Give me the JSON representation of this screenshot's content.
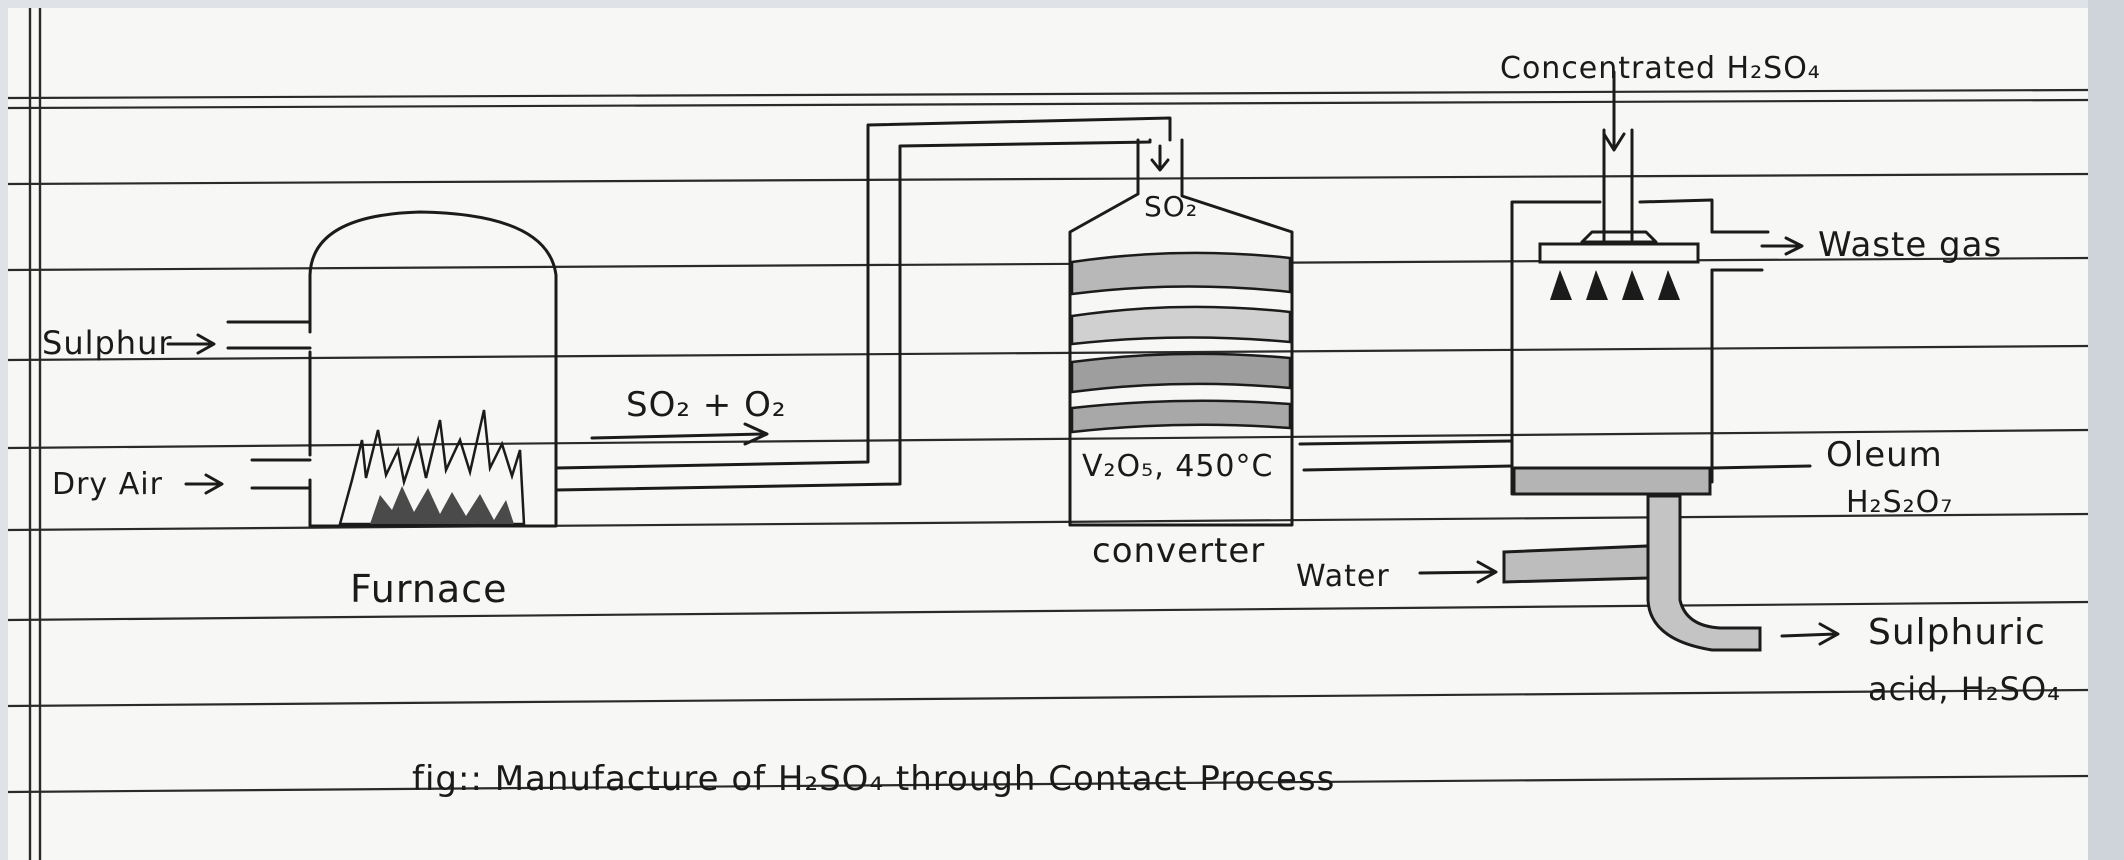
{
  "diagram": {
    "caption": "fig:: Manufacture of H₂SO₄ through Contact Process",
    "labels": {
      "sulphur": "Sulphur",
      "dry_air": "Dry Air",
      "furnace": "Furnace",
      "so2_o2": "SO₂ + O₂",
      "so2": "SO₂",
      "catalyst": "V₂O₅, 450°C",
      "converter": "converter",
      "concentrated": "Concentrated H₂SO₄",
      "waste_gas": "Waste gas",
      "oleum": "Oleum",
      "oleum_formula": "H₂S₂O₇",
      "water": "Water",
      "sulphuric": "Sulphuric",
      "sulphuric_formula": "acid, H₂SO₄"
    }
  }
}
